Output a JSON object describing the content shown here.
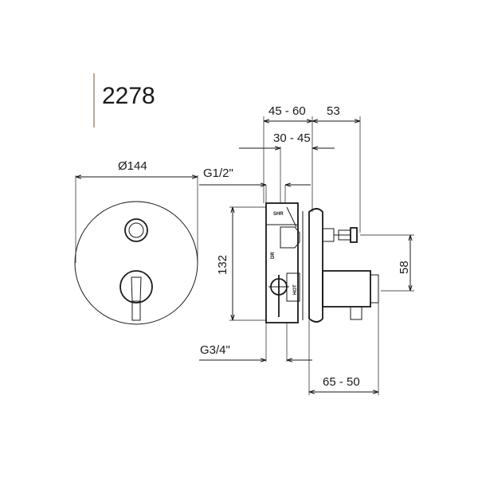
{
  "model": {
    "number": "2278",
    "accent_color": "#a08a7e"
  },
  "dimensions": {
    "diameter": "Ø144",
    "thread_top": "G1/2\"",
    "thread_bottom": "G3/4\"",
    "height": "132",
    "offset_right": "58",
    "depth_a": "45 - 60",
    "depth_b": "53",
    "depth_c": "30 - 45",
    "depth_d": "65 - 50"
  },
  "labels": {
    "shower": "SHR",
    "divert": "DR",
    "hot": "HOT"
  }
}
